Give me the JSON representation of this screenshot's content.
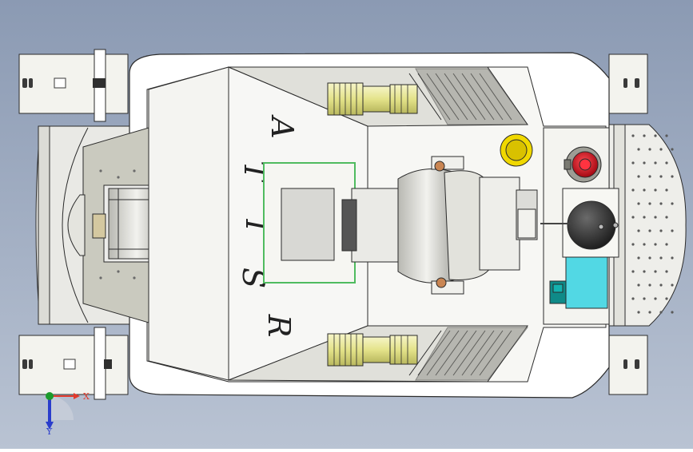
{
  "title": "SIT VR",
  "body_letters": [
    "A",
    "T",
    "I",
    "S",
    "R"
  ],
  "triad": {
    "x_label": "X",
    "y_label": "Y"
  },
  "colors": {
    "bg_top": "#8b9ab3",
    "bg_bottom": "#b9c3d3",
    "body": "#ffffff",
    "panel": "#e8e8e6",
    "dark_panel": "#8e8e88",
    "ramp": "#c9c9bf",
    "outline": "#2b2b2b",
    "connector": "#efeea0",
    "green_frame": "#4fbb5f",
    "estop_yellow": "#f0d800",
    "estop_red": "#d10d1d",
    "joystick": "#2e2e2e",
    "cyan": "#52d8e4",
    "teal": "#0f8a88",
    "bronze": "#c98552",
    "axis_x": "#e23a2c",
    "axis_y": "#1b9b2b",
    "axis_z": "#2a3dcc"
  }
}
